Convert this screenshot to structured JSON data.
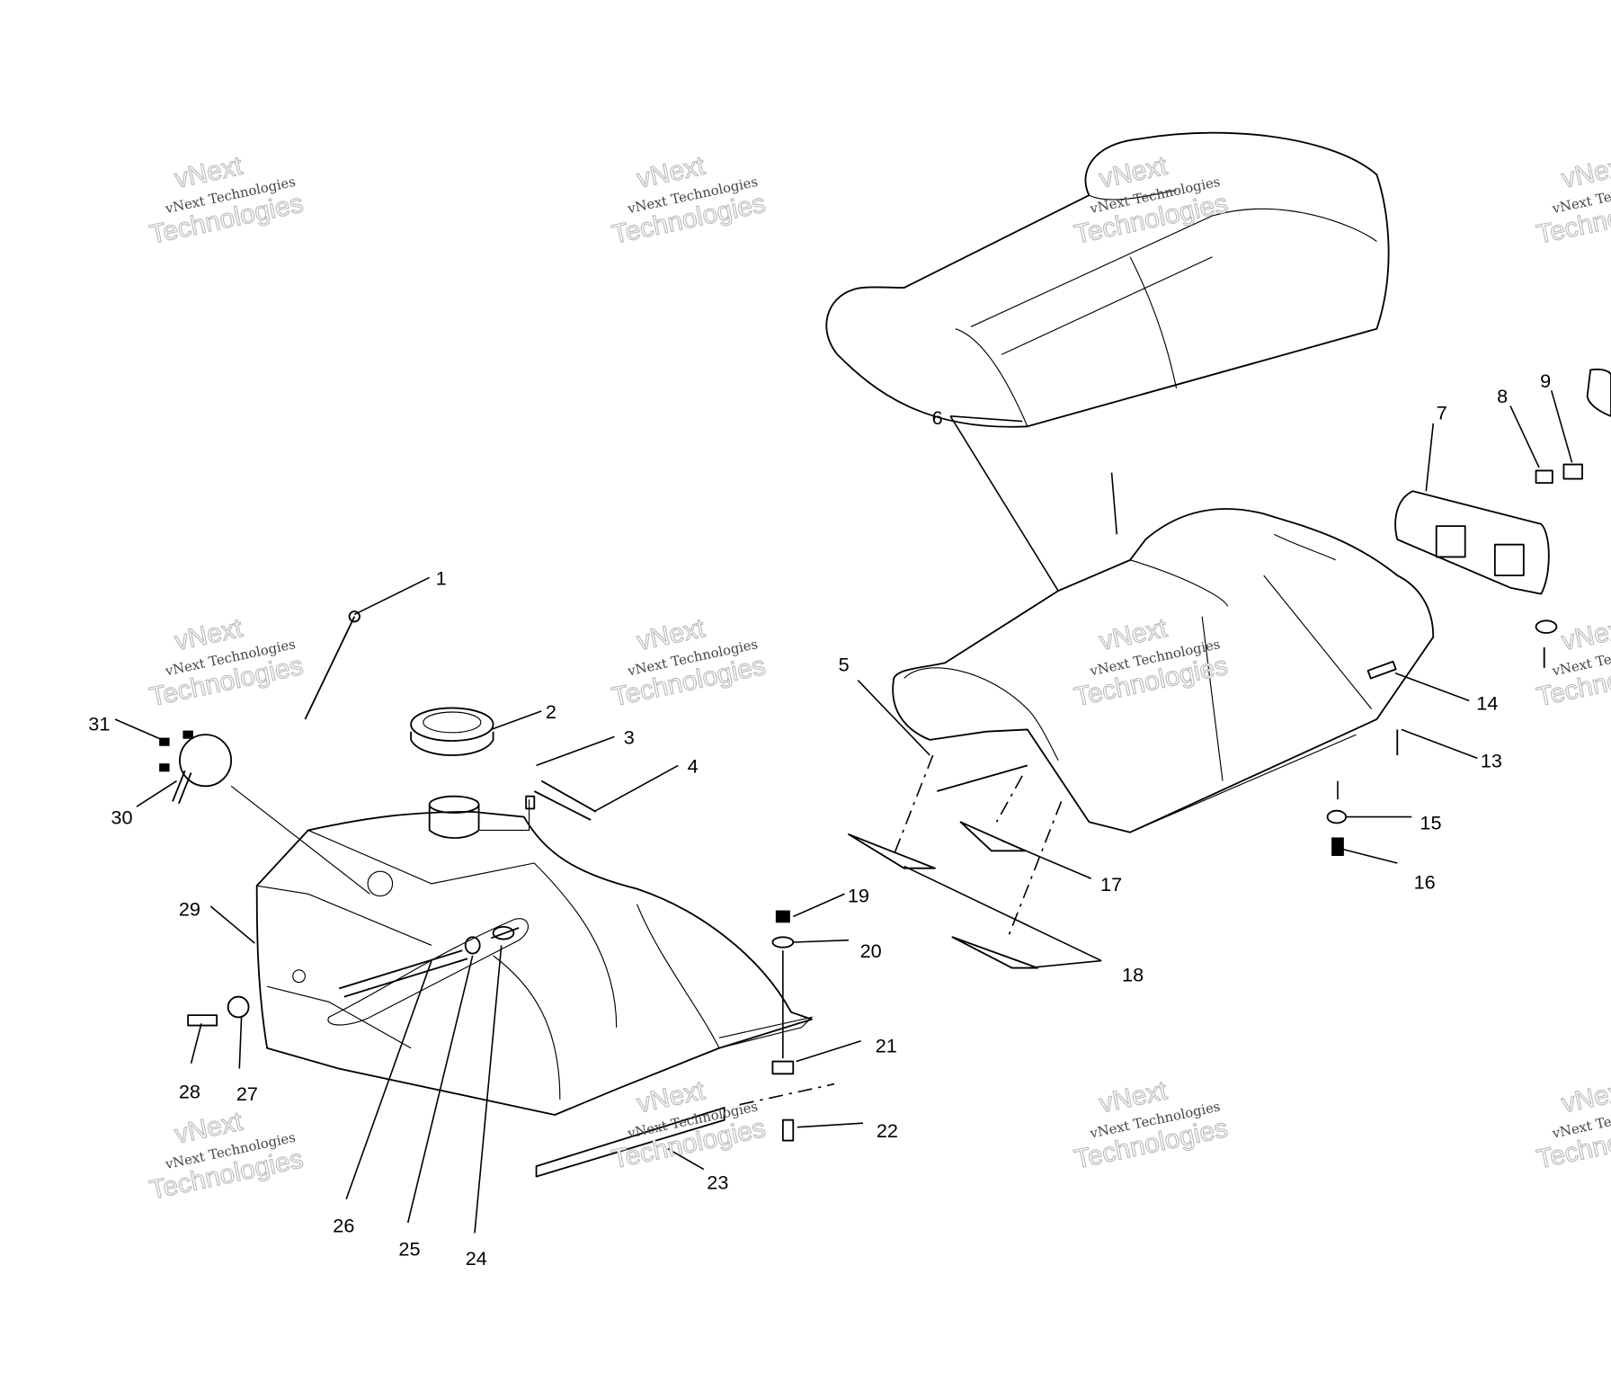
{
  "diagram": {
    "type": "exploded-parts-diagram",
    "callouts": [
      "1",
      "2",
      "3",
      "4",
      "5",
      "6",
      "7",
      "8",
      "9",
      "13",
      "14",
      "15",
      "16",
      "17",
      "18",
      "19",
      "20",
      "21",
      "22",
      "23",
      "24",
      "25",
      "26",
      "27",
      "28",
      "29",
      "30",
      "31"
    ]
  },
  "watermark": {
    "line1": "vNext Technologies",
    "line2": "Technologies",
    "line3": "vNext"
  }
}
